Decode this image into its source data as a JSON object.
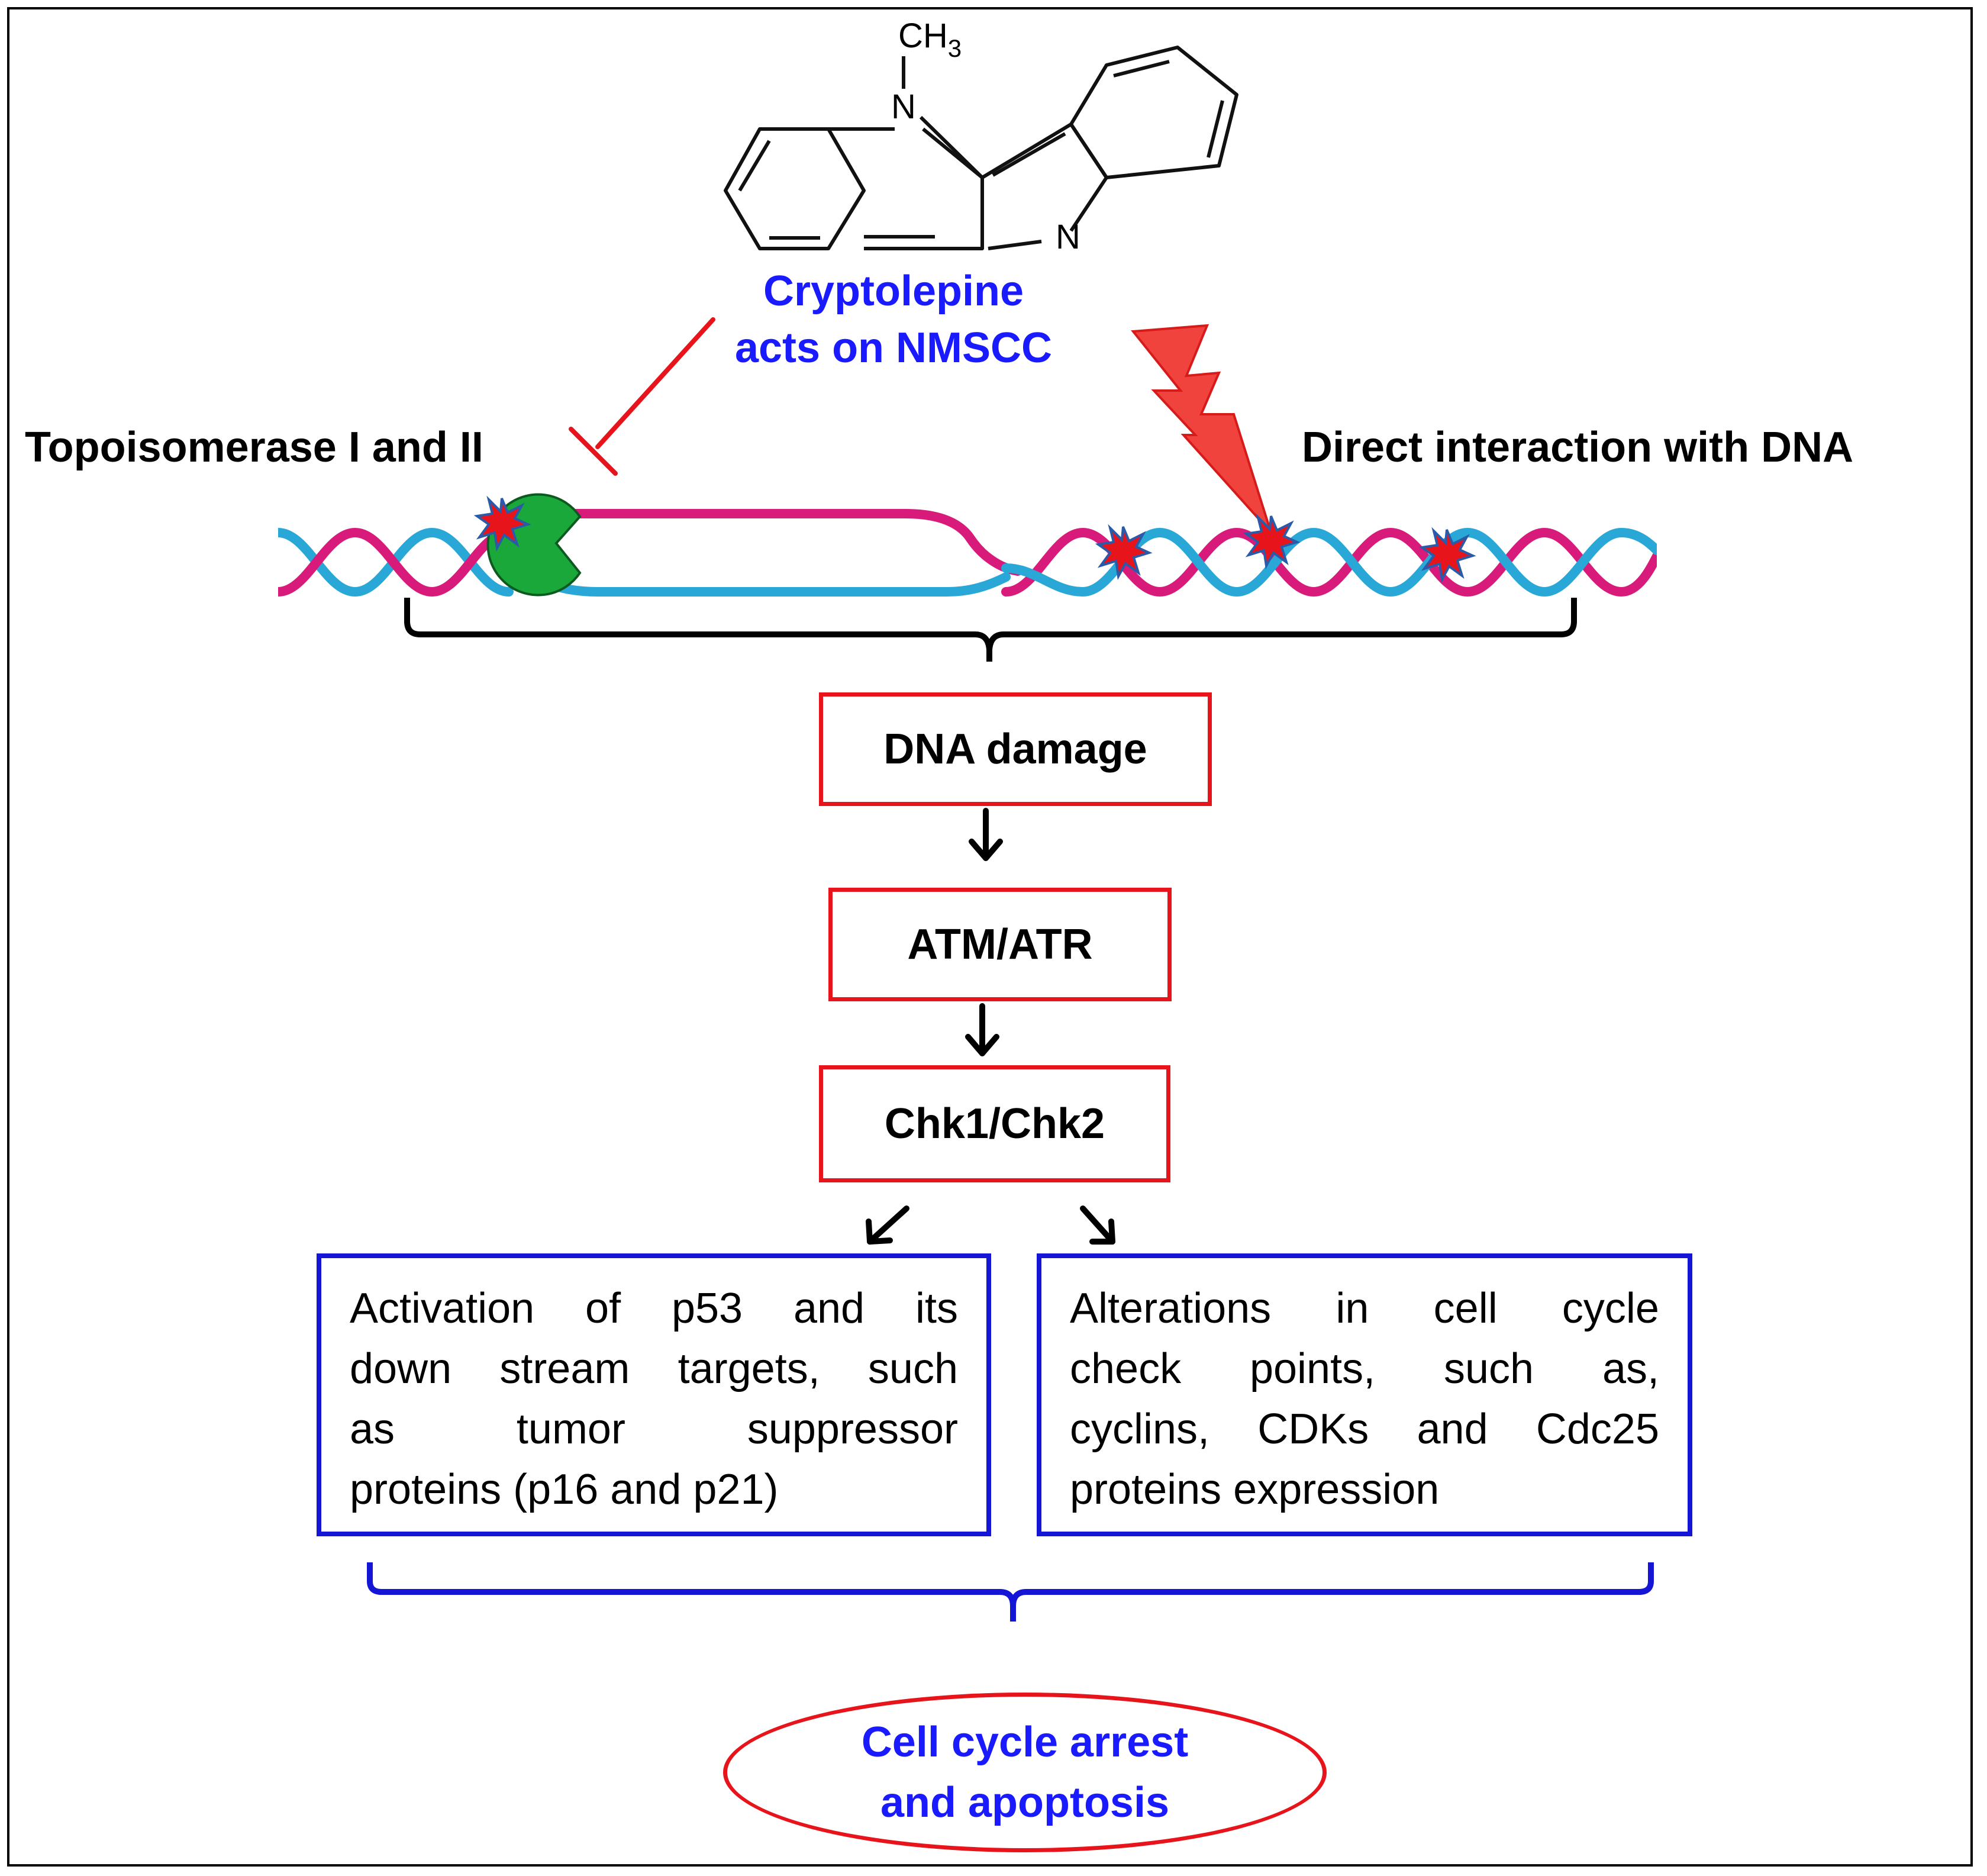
{
  "molecule": {
    "methyl": "CH",
    "methyl_sub": "3",
    "n_top": "N",
    "n_right": "N",
    "name_line1": "Cryptolepine",
    "name_line2": "acts on NMSCC"
  },
  "labels": {
    "left_target": "Topoisomerase I and II",
    "right_target": "Direct interaction with DNA"
  },
  "pathway": {
    "step1": "DNA damage",
    "step2": "ATM/ATR",
    "step3": "Chk1/Chk2"
  },
  "outcomes": {
    "left_lines": [
      [
        "Activation",
        "of",
        "p53",
        "and",
        "its"
      ],
      [
        "down",
        "stream",
        "targets,",
        "such"
      ],
      [
        "as",
        "tumor",
        "suppressor"
      ],
      [
        "proteins (p16 and p21)"
      ]
    ],
    "right_lines": [
      [
        "Alterations",
        "in",
        "cell",
        "cycle"
      ],
      [
        "check",
        "points,",
        "such",
        "as,"
      ],
      [
        "cyclins,",
        "CDKs",
        "and",
        "Cdc25"
      ],
      [
        "proteins expression"
      ]
    ]
  },
  "result": {
    "line1": "Cell cycle arrest",
    "line2": "and apoptosis"
  },
  "colors": {
    "red": "#e8141b",
    "blue": "#1515d6",
    "text_blue": "#1a1aff",
    "dna_pink": "#d81b7a",
    "dna_cyan": "#29a8d8",
    "enzyme_green": "#1aa83a"
  }
}
